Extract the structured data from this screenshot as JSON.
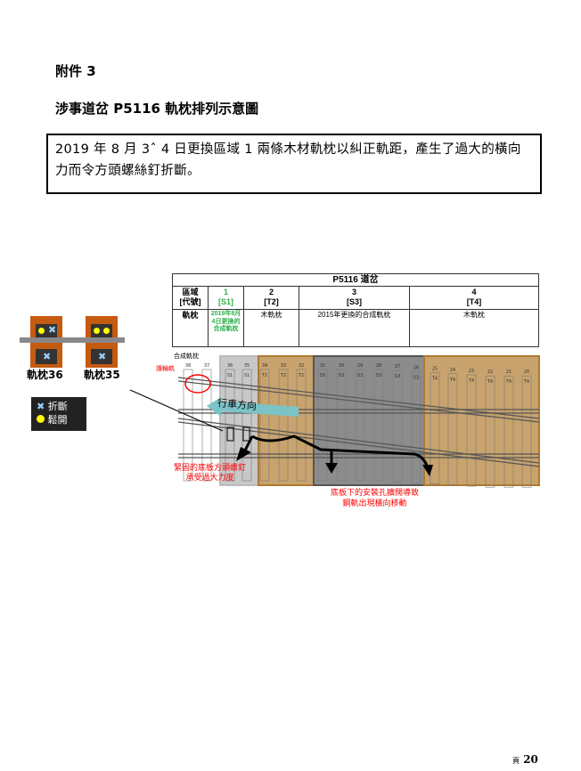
{
  "header": {
    "annex": "附件 3",
    "subtitle": "涉事道岔 P5116 軌枕排列示意圖"
  },
  "description": "2019 年 8 月 3ˆ 4 日更換區域 1 兩條木材軌枕以糾正軌距，產生了過大的橫向力而令方頭螺絲釘折斷。",
  "table": {
    "title": "P5116 道岔",
    "row_zone_label": "區域\n[代號]",
    "row_sleeper_label": "軌枕",
    "zones": [
      {
        "num": "1",
        "code": "[S1]",
        "sleeper": "2019年8月4日更換的合成軌枕"
      },
      {
        "num": "2",
        "code": "[T2]",
        "sleeper": "木軌枕"
      },
      {
        "num": "3",
        "code": "[S3]",
        "sleeper": "2015年更換的合成軌枕"
      },
      {
        "num": "4",
        "code": "[T4]",
        "sleeper": "木軌枕"
      }
    ]
  },
  "left_sleepers": [
    {
      "label": "軌枕36"
    },
    {
      "label": "軌枕35"
    }
  ],
  "legend": {
    "broken": "折斷",
    "loose": "鬆開"
  },
  "diagram": {
    "composite_label": "合成軌枕",
    "guard_rail": "護輪軌",
    "direction": "行車方向",
    "annotation_left": "緊固的底板方頭螺釘承受過大力度",
    "annotation_right": "底板下的安裝孔擴闊導致鋼軌出現橫向移動",
    "sleepers": [
      {
        "n": "38",
        "c": ""
      },
      {
        "n": "37",
        "c": ""
      },
      {
        "n": "36",
        "c": "S1"
      },
      {
        "n": "35",
        "c": "S1"
      },
      {
        "n": "34",
        "c": "T2"
      },
      {
        "n": "33",
        "c": "T2"
      },
      {
        "n": "32",
        "c": "T2"
      },
      {
        "n": "31",
        "c": "S3"
      },
      {
        "n": "30",
        "c": "S3"
      },
      {
        "n": "29",
        "c": "S3"
      },
      {
        "n": "28",
        "c": "S3"
      },
      {
        "n": "27",
        "c": "S3"
      },
      {
        "n": "26",
        "c": "S3"
      },
      {
        "n": "25",
        "c": "T4"
      },
      {
        "n": "24",
        "c": "T4"
      },
      {
        "n": "23",
        "c": "T4"
      },
      {
        "n": "22",
        "c": "T4"
      },
      {
        "n": "21",
        "c": "T4"
      },
      {
        "n": "20",
        "c": "T4"
      }
    ]
  },
  "footer": {
    "page_label": "頁",
    "page_number": "20"
  },
  "colors": {
    "wood": "#c8a36e",
    "s1": "#c8c8c8",
    "s3": "#8c8c8c",
    "red": "#ff0000",
    "green": "#2fb04a",
    "arrow": "#7cc3c8"
  }
}
